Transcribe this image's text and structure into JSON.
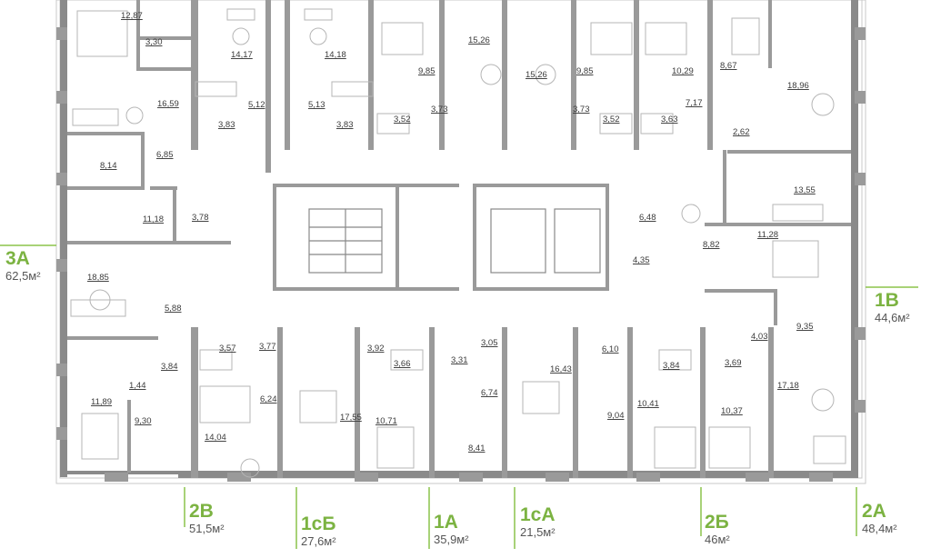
{
  "apartments": [
    {
      "code": "3A",
      "area": "62,5м²"
    },
    {
      "code": "1В",
      "area": "44,6м²"
    },
    {
      "code": "2В",
      "area": "51,5м²"
    },
    {
      "code": "1сБ",
      "area": "27,6м²"
    },
    {
      "code": "1А",
      "area": "35,9м²"
    },
    {
      "code": "1сА",
      "area": "21,5м²"
    },
    {
      "code": "2Б",
      "area": "46м²"
    },
    {
      "code": "2А",
      "area": "48,4м²"
    }
  ],
  "rooms": [
    "12,87",
    "3,30",
    "14,17",
    "14,18",
    "15,26",
    "15,26",
    "9,85",
    "9,85",
    "10,29",
    "8,67",
    "18,96",
    "16,59",
    "5,12",
    "5,13",
    "3,83",
    "3,83",
    "3,52",
    "3,73",
    "3,73",
    "3,52",
    "3,63",
    "7,17",
    "2,62",
    "6,85",
    "8,14",
    "11,18",
    "3,78",
    "6,48",
    "13,55",
    "4,35",
    "8,82",
    "11,28",
    "18,85",
    "5,88",
    "9,35",
    "4,03",
    "3,57",
    "3,77",
    "3,92",
    "3,66",
    "3,31",
    "3,05",
    "6,10",
    "3,84",
    "3,69",
    "3,84",
    "1,44",
    "6,24",
    "16,43",
    "6,74",
    "17,18",
    "11,89",
    "9,30",
    "14,04",
    "17,55",
    "10,71",
    "8,41",
    "9,04",
    "10,41",
    "10,37"
  ]
}
